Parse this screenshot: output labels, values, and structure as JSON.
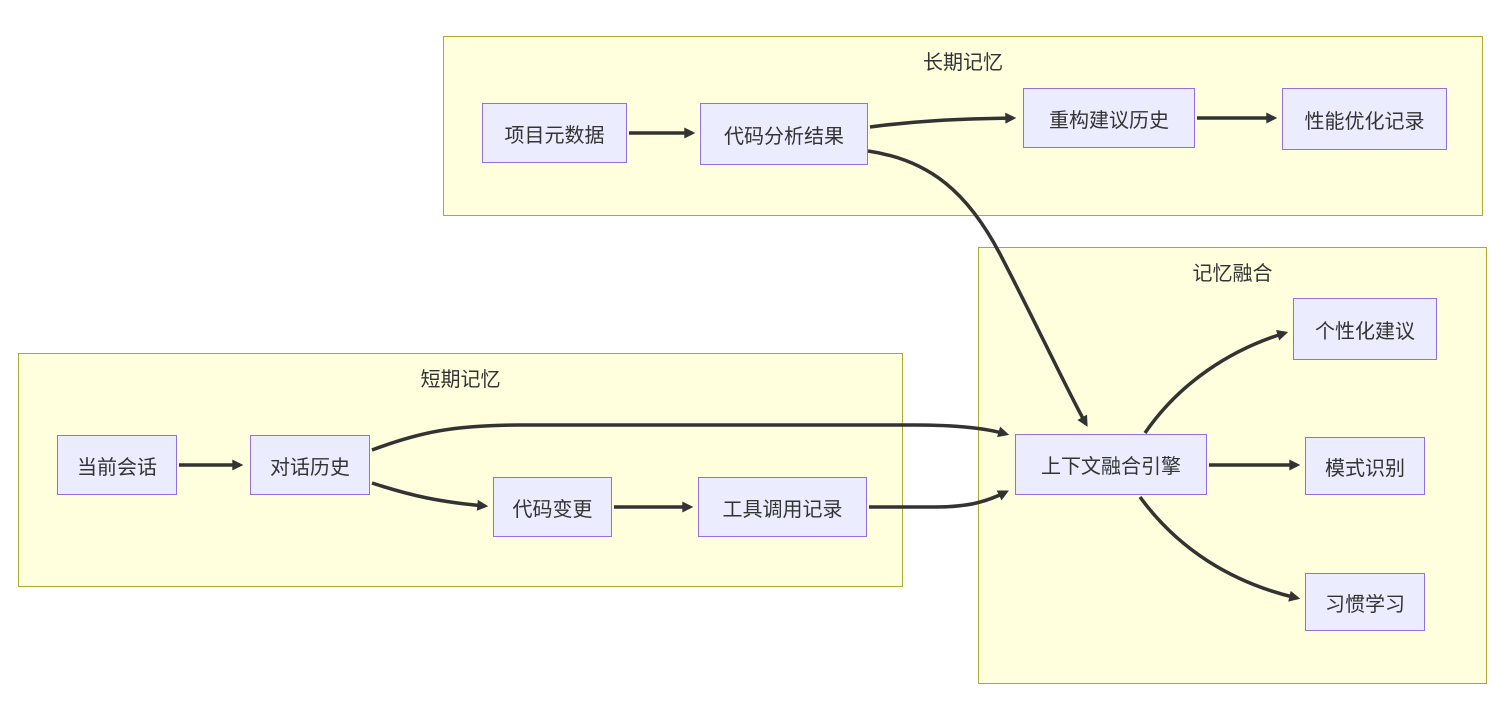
{
  "diagram": {
    "type": "flowchart",
    "clusters": [
      {
        "id": "long-term-memory",
        "label": "长期记忆"
      },
      {
        "id": "short-term-memory",
        "label": "短期记忆"
      },
      {
        "id": "memory-fusion",
        "label": "记忆融合"
      }
    ],
    "nodes": [
      {
        "id": "project-metadata",
        "label": "项目元数据",
        "cluster": "long-term-memory"
      },
      {
        "id": "code-analysis-result",
        "label": "代码分析结果",
        "cluster": "long-term-memory"
      },
      {
        "id": "refactor-suggestion-history",
        "label": "重构建议历史",
        "cluster": "long-term-memory"
      },
      {
        "id": "performance-opt-records",
        "label": "性能优化记录",
        "cluster": "long-term-memory"
      },
      {
        "id": "current-session",
        "label": "当前会话",
        "cluster": "short-term-memory"
      },
      {
        "id": "dialogue-history",
        "label": "对话历史",
        "cluster": "short-term-memory"
      },
      {
        "id": "code-changes",
        "label": "代码变更",
        "cluster": "short-term-memory"
      },
      {
        "id": "tool-call-records",
        "label": "工具调用记录",
        "cluster": "short-term-memory"
      },
      {
        "id": "context-fusion-engine",
        "label": "上下文融合引擎",
        "cluster": "memory-fusion"
      },
      {
        "id": "personalized-suggestions",
        "label": "个性化建议",
        "cluster": "memory-fusion"
      },
      {
        "id": "pattern-recognition",
        "label": "模式识别",
        "cluster": "memory-fusion"
      },
      {
        "id": "habit-learning",
        "label": "习惯学习",
        "cluster": "memory-fusion"
      }
    ],
    "edges": [
      {
        "from": "project-metadata",
        "to": "code-analysis-result"
      },
      {
        "from": "code-analysis-result",
        "to": "refactor-suggestion-history"
      },
      {
        "from": "refactor-suggestion-history",
        "to": "performance-opt-records"
      },
      {
        "from": "code-analysis-result",
        "to": "context-fusion-engine"
      },
      {
        "from": "current-session",
        "to": "dialogue-history"
      },
      {
        "from": "dialogue-history",
        "to": "code-changes"
      },
      {
        "from": "code-changes",
        "to": "tool-call-records"
      },
      {
        "from": "dialogue-history",
        "to": "context-fusion-engine"
      },
      {
        "from": "tool-call-records",
        "to": "context-fusion-engine"
      },
      {
        "from": "context-fusion-engine",
        "to": "personalized-suggestions"
      },
      {
        "from": "context-fusion-engine",
        "to": "pattern-recognition"
      },
      {
        "from": "context-fusion-engine",
        "to": "habit-learning"
      }
    ],
    "colors": {
      "node_fill": "#ECECFF",
      "node_border": "#9370DB",
      "cluster_fill": "#FFFFDE",
      "cluster_border": "#AAAA33",
      "edge": "#333333",
      "text": "#333333",
      "background": "#FFFFFF"
    }
  }
}
